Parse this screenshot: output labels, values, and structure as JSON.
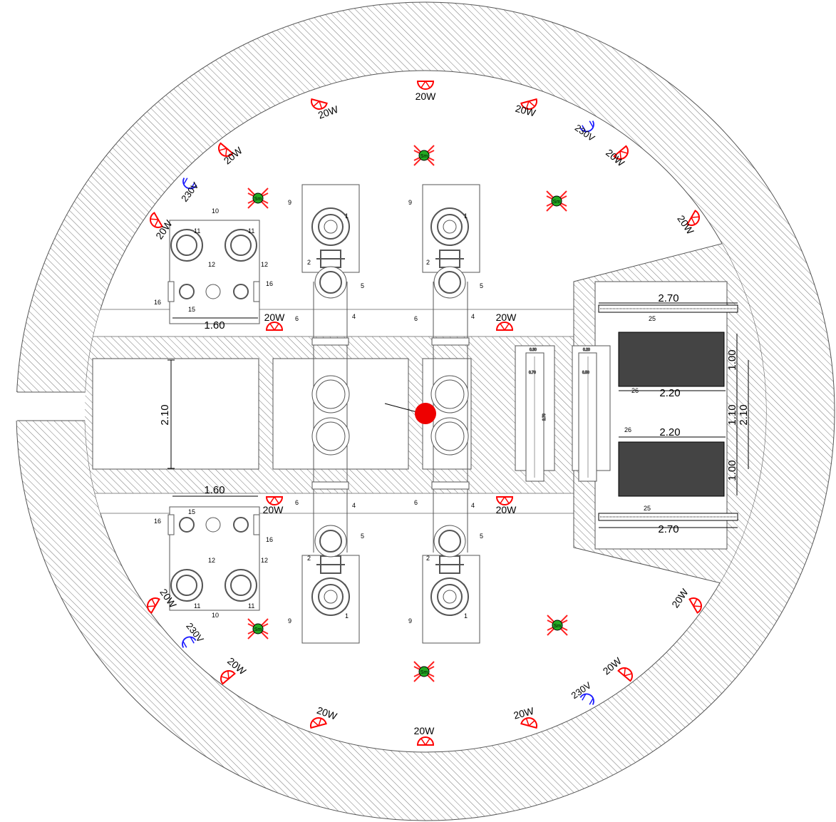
{
  "colors": {
    "hatch": "#777777",
    "lamp": "#ff0000",
    "outlet": "#1a1aff",
    "emergency_green": "#22aa22",
    "emergency_red": "#ff2222",
    "marker": "#ee0000",
    "equipment": "#555555"
  },
  "labels": {
    "lamp": "20W",
    "outlet": "230V",
    "emergency": "Sm"
  },
  "dimensions": {
    "grill_width": "2.70",
    "screen_width": "2.20",
    "chamber_height": "2.10",
    "right_total": "2.10",
    "screen_h": "1.00",
    "gap_h": "1.10",
    "tank_width": "1.60"
  },
  "micro_dims": {
    "a": "0.30",
    "b": "0.20",
    "c": "0.70",
    "d": "0.50",
    "e": "2.70"
  },
  "callouts": {
    "pump": "1",
    "valve": "2",
    "pipe": "4",
    "flange": "5",
    "support": "6",
    "base": "9",
    "tank": "10",
    "vessel": "11",
    "fitting": "12",
    "manifold": "15",
    "nozzle": "16",
    "grill": "25",
    "screen": "26"
  }
}
